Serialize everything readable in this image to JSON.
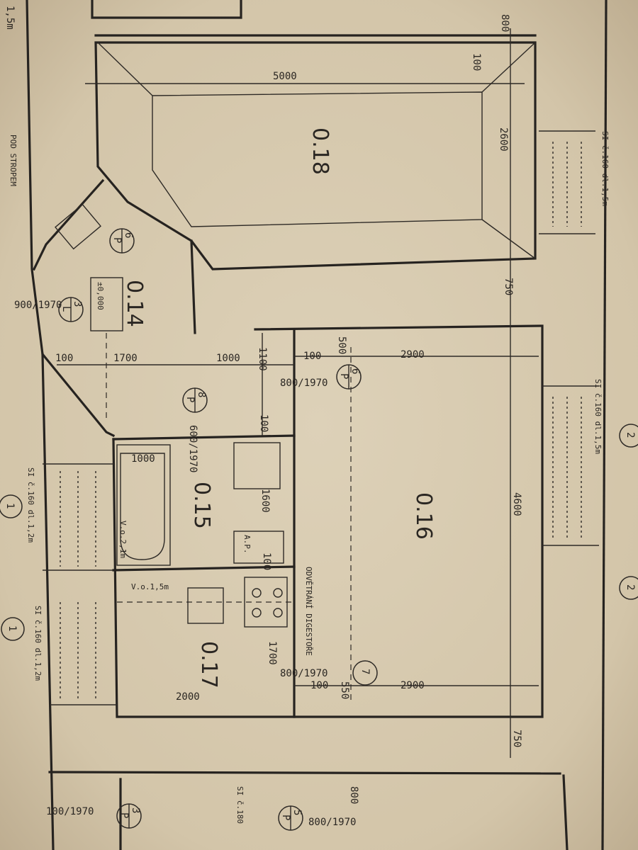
{
  "rooms": {
    "r018": "0.18",
    "r014": "0.14",
    "r015": "0.15",
    "r016": "0.16",
    "r017": "0.17"
  },
  "dimensions": {
    "d5000": "5000",
    "d100a": "100",
    "d800a": "800",
    "d2600": "2600",
    "d750a": "750",
    "d750b": "750",
    "d4600": "4600",
    "d2900a": "2900",
    "d2900b": "2900",
    "d100b": "100",
    "d500": "500",
    "d800_1970a": "800/1970",
    "d1100": "1100",
    "d1000a": "1000",
    "d1700a": "1700",
    "d100c": "100",
    "d900_1970": "900/1970",
    "d600_1970": "600/1970",
    "d1000b": "1000",
    "d100d": "100",
    "d1600": "1600",
    "d100e": "100",
    "d1700b": "1700",
    "d800_1970b": "800/1970",
    "d100f": "100",
    "d550": "550",
    "d2000": "2000",
    "d800b": "800",
    "d800_1970c": "800/1970",
    "d100_1970": "100/1970",
    "d1_5m": "1,5m"
  },
  "annotations": {
    "level": "±0,000",
    "pod_stropem": "POD STROPEM",
    "ap": "A.P.",
    "vo15": "V.o.1,5m",
    "vo21": "V.o.2,1m",
    "digestor": "ODVĚTRÁNÍ DIGESTOŘE",
    "si_top1": "SI č.160 dl.1,5m",
    "si_top2": "SI č.160 dl.1,5m",
    "si_left1": "SI č.160 dl.1,2m",
    "si_left2": "SI č.160 dl.1,2m",
    "si_bottom": "SI č.180"
  },
  "door_tags": [
    {
      "num": "6",
      "type": "P"
    },
    {
      "num": "3",
      "type": "L"
    },
    {
      "num": "8",
      "type": "P"
    },
    {
      "num": "6",
      "type": "P"
    },
    {
      "num": "7",
      "type": ""
    },
    {
      "num": "3",
      "type": "P"
    },
    {
      "num": "5",
      "type": "P"
    }
  ],
  "section_marks": [
    "1",
    "1",
    "2",
    "2"
  ]
}
